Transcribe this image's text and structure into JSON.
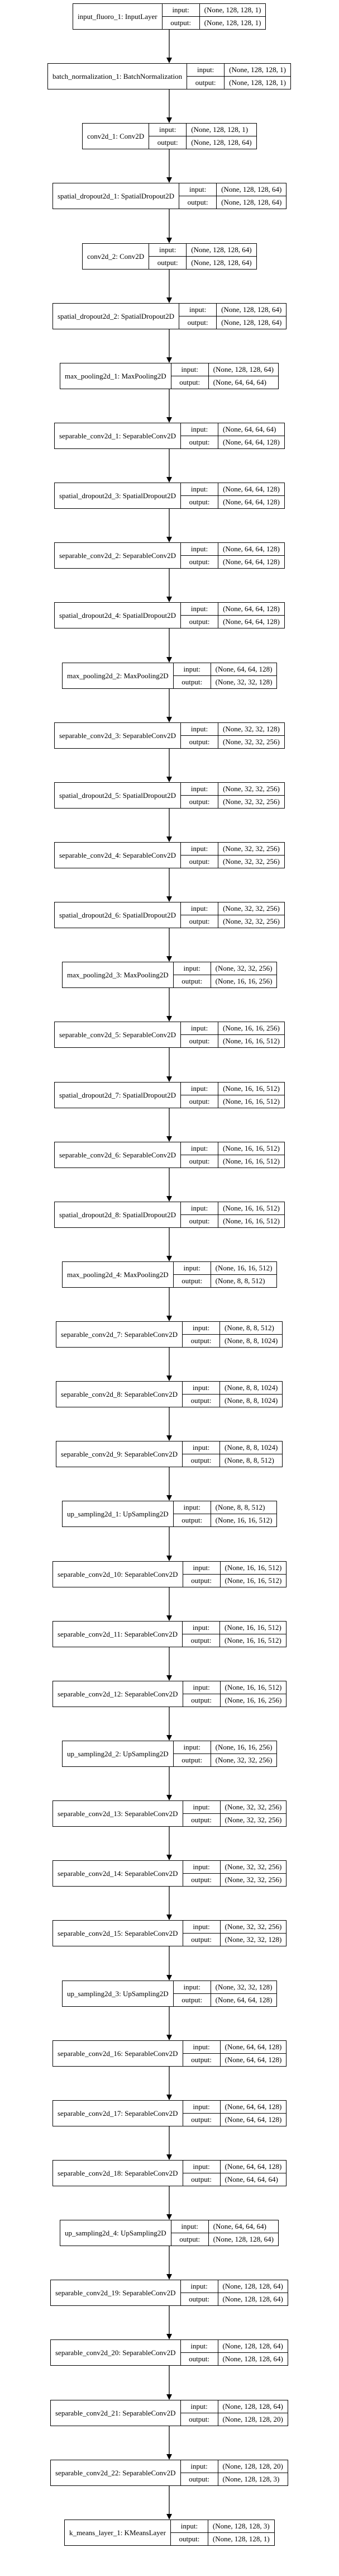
{
  "io_labels": {
    "input": "input:",
    "output": "output:"
  },
  "layers": [
    {
      "name": "input_fluoro_1: InputLayer",
      "input": "(None, 128, 128, 1)",
      "output": "(None, 128, 128, 1)"
    },
    {
      "name": "batch_normalization_1: BatchNormalization",
      "input": "(None, 128, 128, 1)",
      "output": "(None, 128, 128, 1)"
    },
    {
      "name": "conv2d_1: Conv2D",
      "input": "(None, 128, 128, 1)",
      "output": "(None, 128, 128, 64)"
    },
    {
      "name": "spatial_dropout2d_1: SpatialDropout2D",
      "input": "(None, 128, 128, 64)",
      "output": "(None, 128, 128, 64)"
    },
    {
      "name": "conv2d_2: Conv2D",
      "input": "(None, 128, 128, 64)",
      "output": "(None, 128, 128, 64)"
    },
    {
      "name": "spatial_dropout2d_2: SpatialDropout2D",
      "input": "(None, 128, 128, 64)",
      "output": "(None, 128, 128, 64)"
    },
    {
      "name": "max_pooling2d_1: MaxPooling2D",
      "input": "(None, 128, 128, 64)",
      "output": "(None, 64, 64, 64)"
    },
    {
      "name": "separable_conv2d_1: SeparableConv2D",
      "input": "(None, 64, 64, 64)",
      "output": "(None, 64, 64, 128)"
    },
    {
      "name": "spatial_dropout2d_3: SpatialDropout2D",
      "input": "(None, 64, 64, 128)",
      "output": "(None, 64, 64, 128)"
    },
    {
      "name": "separable_conv2d_2: SeparableConv2D",
      "input": "(None, 64, 64, 128)",
      "output": "(None, 64, 64, 128)"
    },
    {
      "name": "spatial_dropout2d_4: SpatialDropout2D",
      "input": "(None, 64, 64, 128)",
      "output": "(None, 64, 64, 128)"
    },
    {
      "name": "max_pooling2d_2: MaxPooling2D",
      "input": "(None, 64, 64, 128)",
      "output": "(None, 32, 32, 128)"
    },
    {
      "name": "separable_conv2d_3: SeparableConv2D",
      "input": "(None, 32, 32, 128)",
      "output": "(None, 32, 32, 256)"
    },
    {
      "name": "spatial_dropout2d_5: SpatialDropout2D",
      "input": "(None, 32, 32, 256)",
      "output": "(None, 32, 32, 256)"
    },
    {
      "name": "separable_conv2d_4: SeparableConv2D",
      "input": "(None, 32, 32, 256)",
      "output": "(None, 32, 32, 256)"
    },
    {
      "name": "spatial_dropout2d_6: SpatialDropout2D",
      "input": "(None, 32, 32, 256)",
      "output": "(None, 32, 32, 256)"
    },
    {
      "name": "max_pooling2d_3: MaxPooling2D",
      "input": "(None, 32, 32, 256)",
      "output": "(None, 16, 16, 256)"
    },
    {
      "name": "separable_conv2d_5: SeparableConv2D",
      "input": "(None, 16, 16, 256)",
      "output": "(None, 16, 16, 512)"
    },
    {
      "name": "spatial_dropout2d_7: SpatialDropout2D",
      "input": "(None, 16, 16, 512)",
      "output": "(None, 16, 16, 512)"
    },
    {
      "name": "separable_conv2d_6: SeparableConv2D",
      "input": "(None, 16, 16, 512)",
      "output": "(None, 16, 16, 512)"
    },
    {
      "name": "spatial_dropout2d_8: SpatialDropout2D",
      "input": "(None, 16, 16, 512)",
      "output": "(None, 16, 16, 512)"
    },
    {
      "name": "max_pooling2d_4: MaxPooling2D",
      "input": "(None, 16, 16, 512)",
      "output": "(None, 8, 8, 512)"
    },
    {
      "name": "separable_conv2d_7: SeparableConv2D",
      "input": "(None, 8, 8, 512)",
      "output": "(None, 8, 8, 1024)"
    },
    {
      "name": "separable_conv2d_8: SeparableConv2D",
      "input": "(None, 8, 8, 1024)",
      "output": "(None, 8, 8, 1024)"
    },
    {
      "name": "separable_conv2d_9: SeparableConv2D",
      "input": "(None, 8, 8, 1024)",
      "output": "(None, 8, 8, 512)"
    },
    {
      "name": "up_sampling2d_1: UpSampling2D",
      "input": "(None, 8, 8, 512)",
      "output": "(None, 16, 16, 512)"
    },
    {
      "name": "separable_conv2d_10: SeparableConv2D",
      "input": "(None, 16, 16, 512)",
      "output": "(None, 16, 16, 512)"
    },
    {
      "name": "separable_conv2d_11: SeparableConv2D",
      "input": "(None, 16, 16, 512)",
      "output": "(None, 16, 16, 512)"
    },
    {
      "name": "separable_conv2d_12: SeparableConv2D",
      "input": "(None, 16, 16, 512)",
      "output": "(None, 16, 16, 256)"
    },
    {
      "name": "up_sampling2d_2: UpSampling2D",
      "input": "(None, 16, 16, 256)",
      "output": "(None, 32, 32, 256)"
    },
    {
      "name": "separable_conv2d_13: SeparableConv2D",
      "input": "(None, 32, 32, 256)",
      "output": "(None, 32, 32, 256)"
    },
    {
      "name": "separable_conv2d_14: SeparableConv2D",
      "input": "(None, 32, 32, 256)",
      "output": "(None, 32, 32, 256)"
    },
    {
      "name": "separable_conv2d_15: SeparableConv2D",
      "input": "(None, 32, 32, 256)",
      "output": "(None, 32, 32, 128)"
    },
    {
      "name": "up_sampling2d_3: UpSampling2D",
      "input": "(None, 32, 32, 128)",
      "output": "(None, 64, 64, 128)"
    },
    {
      "name": "separable_conv2d_16: SeparableConv2D",
      "input": "(None, 64, 64, 128)",
      "output": "(None, 64, 64, 128)"
    },
    {
      "name": "separable_conv2d_17: SeparableConv2D",
      "input": "(None, 64, 64, 128)",
      "output": "(None, 64, 64, 128)"
    },
    {
      "name": "separable_conv2d_18: SeparableConv2D",
      "input": "(None, 64, 64, 128)",
      "output": "(None, 64, 64, 64)"
    },
    {
      "name": "up_sampling2d_4: UpSampling2D",
      "input": "(None, 64, 64, 64)",
      "output": "(None, 128, 128, 64)"
    },
    {
      "name": "separable_conv2d_19: SeparableConv2D",
      "input": "(None, 128, 128, 64)",
      "output": "(None, 128, 128, 64)"
    },
    {
      "name": "separable_conv2d_20: SeparableConv2D",
      "input": "(None, 128, 128, 64)",
      "output": "(None, 128, 128, 64)"
    },
    {
      "name": "separable_conv2d_21: SeparableConv2D",
      "input": "(None, 128, 128, 64)",
      "output": "(None, 128, 128, 20)"
    },
    {
      "name": "separable_conv2d_22: SeparableConv2D",
      "input": "(None, 128, 128, 20)",
      "output": "(None, 128, 128, 3)"
    },
    {
      "name": "k_means_layer_1: KMeansLayer",
      "input": "(None, 128, 128, 3)",
      "output": "(None, 128, 128, 1)"
    }
  ]
}
